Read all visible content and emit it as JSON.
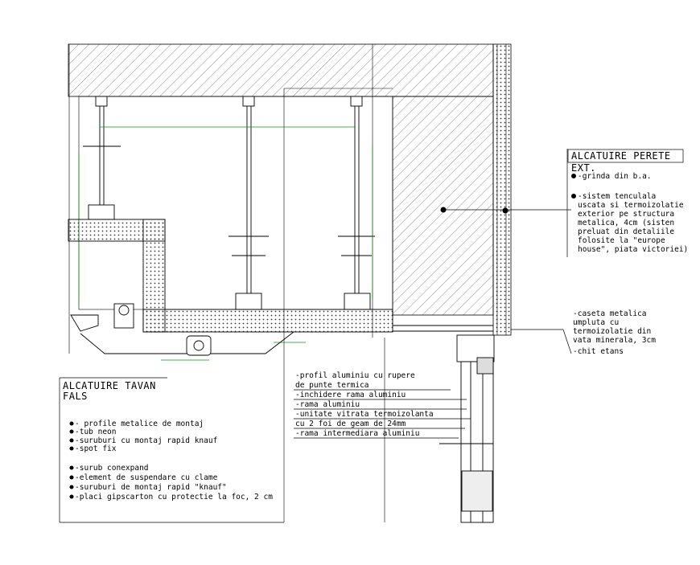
{
  "wall_legend": {
    "title_line1": "ALCATUIRE PERETE",
    "title_line2": "EXT.",
    "items": [
      "-grinda din b.a.",
      "-sistem tenculala",
      "uscata si termoizolatie",
      "exterior pe structura",
      "metalica, 4cm (sisten",
      "preluat din detaliile",
      "folosite la \"europe",
      "house\", piata victoriei)"
    ],
    "lower_items": [
      "-caseta metalica",
      "umpluta cu",
      "termoizolatie din",
      "vata minerala, 3cm",
      "-chit etans"
    ]
  },
  "ceiling_legend": {
    "title_line1": "ALCATUIRE TAVAN",
    "title_line2": "FALS",
    "items": [
      "- profile metalice de montaj",
      "-tub neon",
      "-suruburi cu montaj rapid knauf",
      "-spot fix",
      "-surub conexpand",
      "-element de suspendare cu clame",
      "-suruburi de montaj rapid \"knauf\"",
      "-placi gipscarton cu protectie la foc, 2 cm"
    ]
  },
  "window_legend": {
    "items": [
      "-profil aluminiu cu rupere",
      "de punte termica",
      "-inchidere rama aluminiu",
      "-rama aluminiu",
      "-unitate vitrata termoizolanta",
      "cu 2 foi de geam de 24mm",
      "-rama intermediara aluminiu"
    ]
  },
  "colors": {
    "line": "#000000",
    "dimension": "#1a8a1a",
    "paper": "#ffffff"
  }
}
